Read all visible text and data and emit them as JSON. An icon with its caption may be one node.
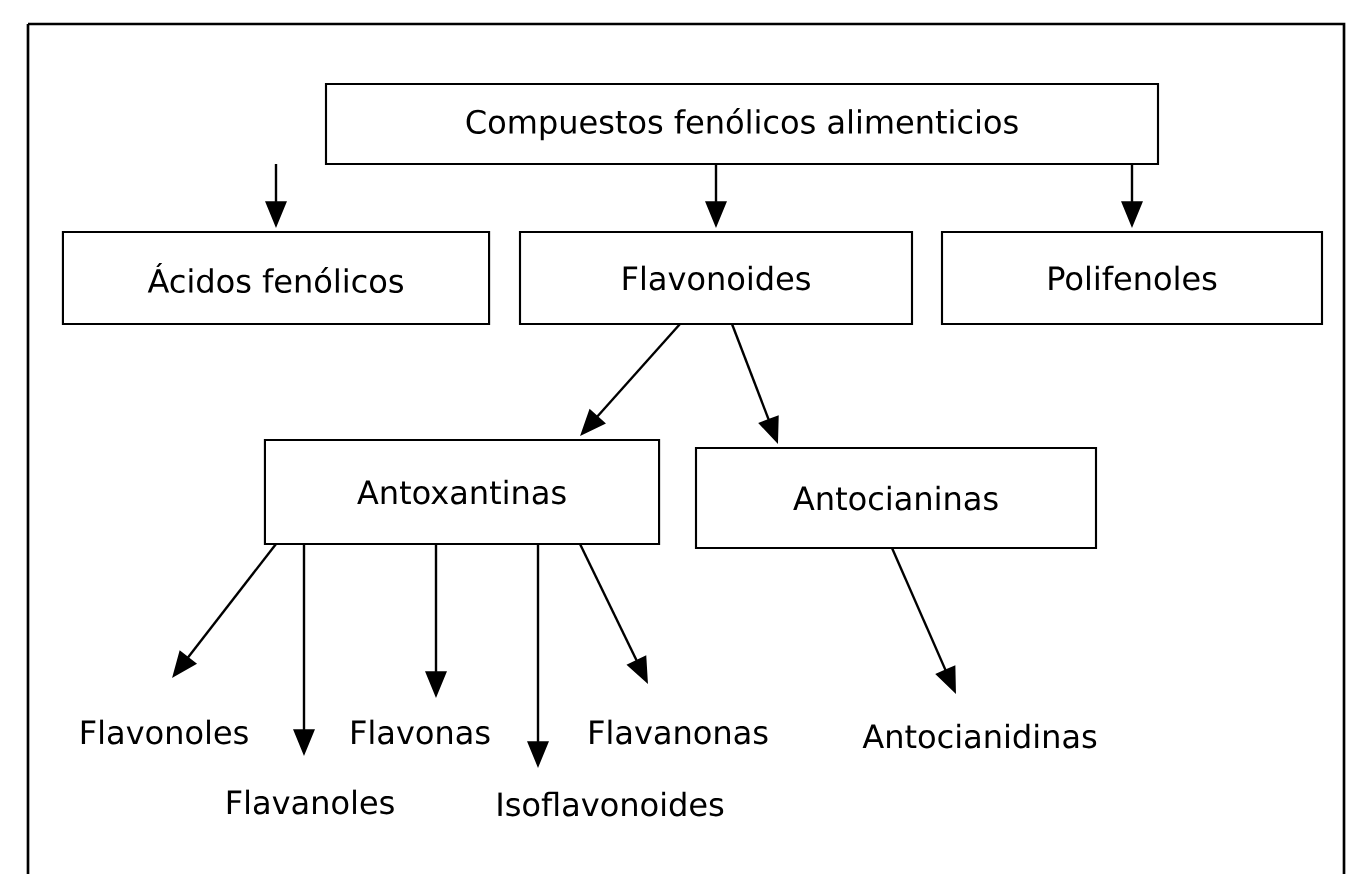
{
  "diagram": {
    "nodes": [
      {
        "text": [
          "Compuestos fenólicos alimenticios"
        ]
      },
      {
        "text": [
          "Ácidos fenólicos"
        ]
      },
      {
        "text": [
          "Flavonoides"
        ]
      },
      {
        "text": [
          "Polifenoles"
        ]
      },
      {
        "text": [
          "Antoxantinas"
        ]
      },
      {
        "text": [
          "Antocianinas"
        ]
      },
      {
        "text": [
          "Flavonoles"
        ]
      },
      {
        "text": [
          "Flavanoles"
        ]
      },
      {
        "text": [
          "Flavonas"
        ]
      },
      {
        "text": [
          "Isoflavonoides"
        ]
      },
      {
        "text": [
          "Flavanonas"
        ]
      },
      {
        "text": [
          "Antocianidinas"
        ]
      }
    ],
    "edges": [
      {
        "from": 0,
        "to": 1,
        "arrow": "to"
      },
      {
        "from": 0,
        "to": 2,
        "arrow": "to"
      },
      {
        "from": 0,
        "to": 3,
        "arrow": "to"
      },
      {
        "from": 2,
        "to": 4,
        "arrow": "to"
      },
      {
        "from": 2,
        "to": 5,
        "arrow": "to"
      },
      {
        "from": 4,
        "to": 6,
        "arrow": "to"
      },
      {
        "from": 4,
        "to": 7,
        "arrow": "to"
      },
      {
        "from": 4,
        "to": 8,
        "arrow": "to"
      },
      {
        "from": 4,
        "to": 9,
        "arrow": "to"
      },
      {
        "from": 4,
        "to": 10,
        "arrow": "to"
      },
      {
        "from": 5,
        "to": 11,
        "arrow": "to"
      }
    ]
  }
}
